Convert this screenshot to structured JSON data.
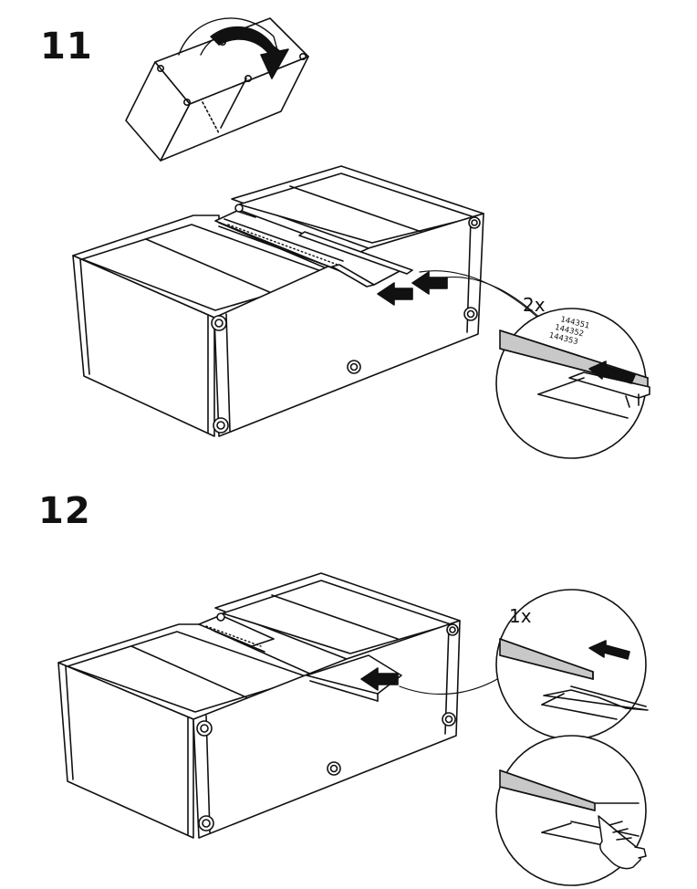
{
  "steps": [
    {
      "number": "11",
      "callout": {
        "quantity": "2x",
        "part_numbers": [
          "144351",
          "144352",
          "144353"
        ]
      }
    },
    {
      "number": "12",
      "callout": {
        "quantity": "1x"
      }
    }
  ],
  "colors": {
    "line": "#111111",
    "panel_gray": "#c8c8c8",
    "background": "#ffffff"
  },
  "icons": [
    "flip-arrow-icon",
    "push-arrow-icon",
    "pointing-hand-icon",
    "cam-lock-icon"
  ]
}
